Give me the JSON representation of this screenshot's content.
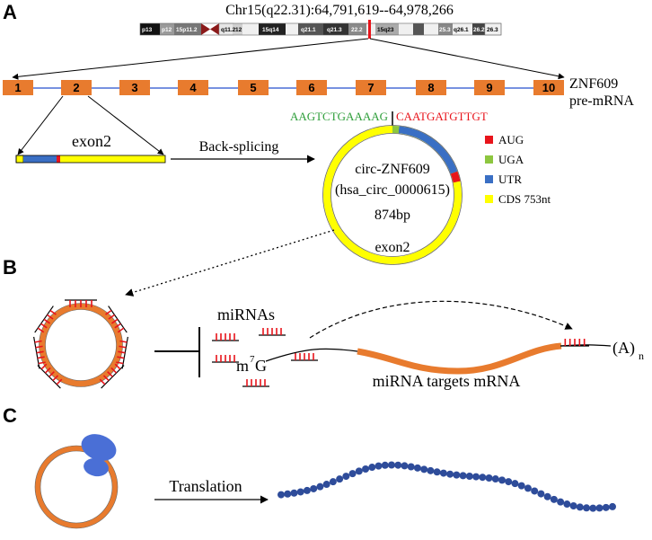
{
  "panels": {
    "a": "A",
    "b": "B",
    "c": "C"
  },
  "chromosome": {
    "title": "Chr15(q22.31):64,791,619--64,978,266",
    "bands": [
      "p13",
      "p12",
      "15p11.2",
      "q11.2",
      "12",
      "15q14",
      "q21.1",
      "q21.3",
      "22.2",
      "15q23",
      "25.3",
      "q26.1",
      "26.2",
      "26.3"
    ]
  },
  "gene": {
    "name_line1": "ZNF609",
    "name_line2": "pre-mRNA",
    "exons": [
      "1",
      "2",
      "3",
      "4",
      "5",
      "6",
      "7",
      "8",
      "9",
      "10"
    ]
  },
  "exon2": {
    "label": "exon2"
  },
  "backsplice": {
    "label": "Back-splicing",
    "seq_left": "AAGTCTGAAAAG",
    "seq_right": "CAATGATGTTGT"
  },
  "circ": {
    "name": "circ-ZNF609",
    "id": "(hsa_circ_0000615)",
    "length": "874bp",
    "exon_label": "exon2"
  },
  "legend": [
    {
      "label": "AUG",
      "color": "#e8141b"
    },
    {
      "label": "UGA",
      "color": "#8dc63f"
    },
    {
      "label": "UTR",
      "color": "#3a6fc4"
    },
    {
      "label": "CDS  753nt",
      "color": "#ffff00"
    }
  ],
  "panel_b": {
    "mirnas_label": "miRNAs",
    "cap_m": "m",
    "cap_sup": "7",
    "cap_g": "G",
    "target_label": "miRNA targets mRNA",
    "polya": "(A)",
    "polya_sub": "n"
  },
  "panel_c": {
    "label": "Translation"
  },
  "colors": {
    "exon_orange": "#e87b2e",
    "backbone_blue": "#4a6fd6",
    "cds_yellow": "#ffff00",
    "mirna_red": "#e8141b",
    "ribosome_blue": "#4a6fd6",
    "peptide_blue": "#2e4c9a",
    "seq_green": "#2e9e3a",
    "seq_red": "#e8141b"
  }
}
